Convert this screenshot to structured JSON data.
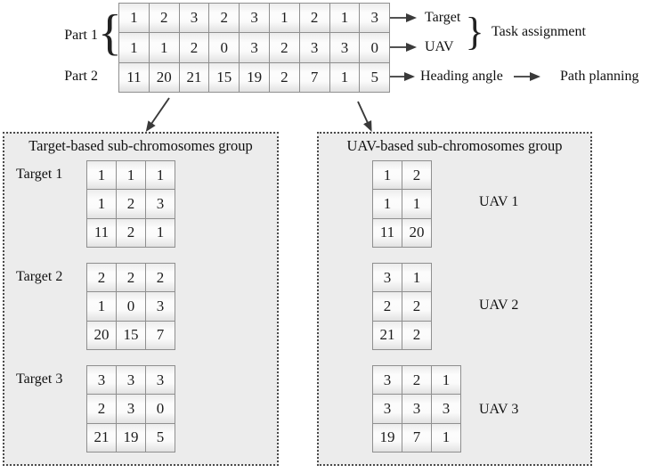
{
  "header": {
    "part1_label": "Part 1",
    "part2_label": "Part 2",
    "brace_left": "{",
    "brace_right": "}",
    "main_table": {
      "rows": [
        [
          "1",
          "2",
          "3",
          "2",
          "3",
          "1",
          "2",
          "1",
          "3"
        ],
        [
          "1",
          "1",
          "2",
          "0",
          "3",
          "2",
          "3",
          "3",
          "0"
        ],
        [
          "11",
          "20",
          "21",
          "15",
          "19",
          "2",
          "7",
          "1",
          "5"
        ]
      ],
      "row_meanings": [
        "Target",
        "UAV",
        "Heading angle"
      ]
    },
    "target_label": "Target",
    "uav_label": "UAV",
    "task_assignment_label": "Task assignment",
    "heading_angle_label": "Heading angle",
    "path_planning_label": "Path planning"
  },
  "target_group": {
    "title": "Target-based sub-chromosomes group",
    "items": [
      {
        "label": "Target 1",
        "rows": [
          [
            "1",
            "1",
            "1"
          ],
          [
            "1",
            "2",
            "3"
          ],
          [
            "11",
            "2",
            "1"
          ]
        ]
      },
      {
        "label": "Target 2",
        "rows": [
          [
            "2",
            "2",
            "2"
          ],
          [
            "1",
            "0",
            "3"
          ],
          [
            "20",
            "15",
            "7"
          ]
        ]
      },
      {
        "label": "Target 3",
        "rows": [
          [
            "3",
            "3",
            "3"
          ],
          [
            "2",
            "3",
            "0"
          ],
          [
            "21",
            "19",
            "5"
          ]
        ]
      }
    ]
  },
  "uav_group": {
    "title": "UAV-based sub-chromosomes group",
    "items": [
      {
        "label": "UAV 1",
        "rows": [
          [
            "1",
            "2"
          ],
          [
            "1",
            "1"
          ],
          [
            "11",
            "20"
          ]
        ]
      },
      {
        "label": "UAV 2",
        "rows": [
          [
            "3",
            "1"
          ],
          [
            "2",
            "2"
          ],
          [
            "21",
            "2"
          ]
        ]
      },
      {
        "label": "UAV 3",
        "rows": [
          [
            "3",
            "2",
            "1"
          ],
          [
            "3",
            "3",
            "3"
          ],
          [
            "19",
            "7",
            "1"
          ]
        ]
      }
    ]
  },
  "colors": {
    "box_fill": "#ececec",
    "cell_border": "#8f8f8f",
    "arrow": "#3a3a3a",
    "text": "#111111"
  }
}
